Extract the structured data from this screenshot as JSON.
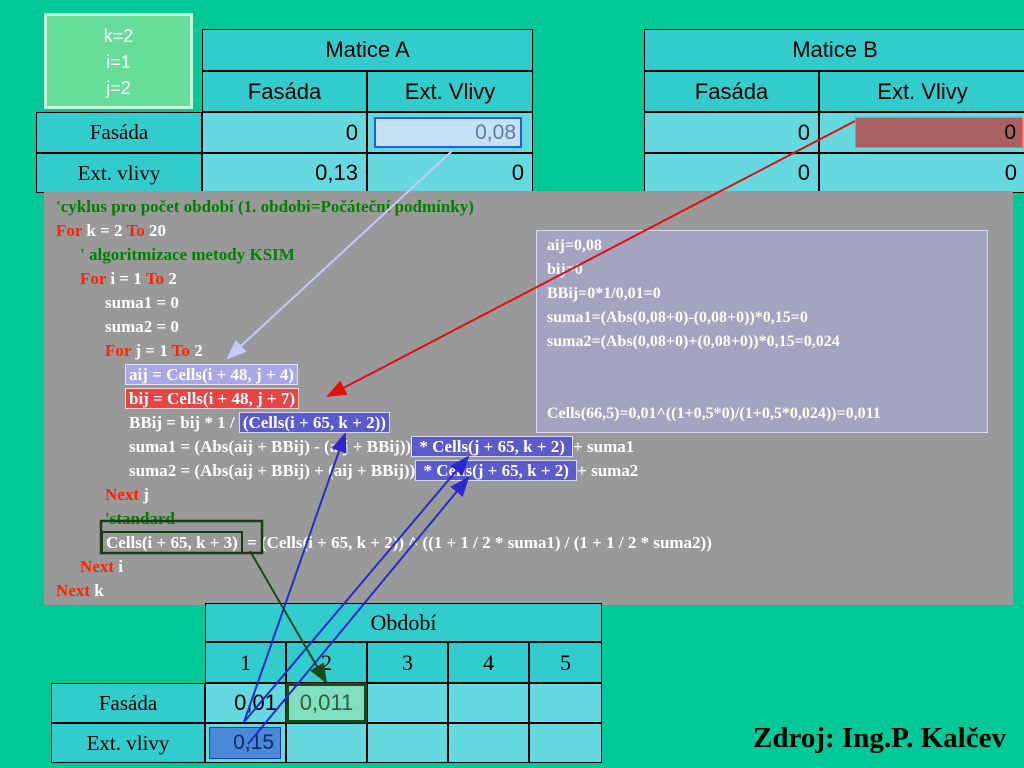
{
  "counter": {
    "k": "k=2",
    "i": "i=1",
    "j": "j=2"
  },
  "matrix_a": {
    "title": "Matice A",
    "col_headers": [
      "Fasáda",
      "Ext. Vlivy"
    ],
    "row_headers": [
      "Fasáda",
      "Ext. vlivy"
    ],
    "rows": [
      [
        "0",
        "0,08"
      ],
      [
        "0,13",
        "0"
      ]
    ]
  },
  "matrix_b": {
    "title": "Matice B",
    "col_headers": [
      "Fasáda",
      "Ext. Vlivy"
    ],
    "rows": [
      [
        "0",
        "0"
      ],
      [
        "0",
        "0"
      ]
    ]
  },
  "code": {
    "l1": "'cyklus pro počet období (1. obdobi=Počáteční podmínky)",
    "l2_kw1": "For",
    "l2_mid": " k = 2 ",
    "l2_kw2": "To",
    "l2_end": " 20",
    "l3": "' algoritmizace metody KSIM",
    "l4_kw1": "For",
    "l4_mid": " i = 1 ",
    "l4_kw2": "To",
    "l4_end": " 2",
    "l5": "suma1 = 0",
    "l6": "suma2 = 0",
    "l7_kw1": "For",
    "l7_mid": " j = 1 ",
    "l7_kw2": "To",
    "l7_end": " 2",
    "l8": "aij = Cells(i + 48, j + 4)",
    "l9": "bij = Cells(i + 48, j + 7)",
    "l10_a": "BBij = bij * 1 / ",
    "l10_hl": "(Cells(i + 65, k + 2))",
    "l11_a": "suma1 = (Abs(aij + BBij) - (aij + BBij))",
    "l11_hl": " * Cells(j + 65, k + 2) ",
    "l11_b": "+ suma1",
    "l12_a": "suma2 = (Abs(aij + BBij) + (aij + BBij))",
    "l12_hl": " * Cells(j + 65, k + 2) ",
    "l12_b": "+ suma2",
    "l13_kw": "Next",
    "l13_end": " j",
    "l14": "'standard",
    "l15_hl": "Cells(i + 65, k + 3)",
    "l15_rest": " = (Cells(i + 65, k + 2)) ^ ((1 + 1 / 2 * suma1) / (1 + 1 / 2 * suma2))",
    "l16_kw": "Next",
    "l16_end": " i",
    "l17_kw": "Next",
    "l17_end": " k"
  },
  "calc": {
    "lines": [
      "aij=0,08",
      "bij=0",
      "BBij=0*1/0,01=0",
      "suma1=(Abs(0,08+0)-(0,08+0))*0,15=0",
      "suma2=(Abs(0,08+0)+(0,08+0))*0,15=0,024",
      "",
      "",
      "Cells(66,5)=0,01^((1+0,5*0)/(1+0,5*0,024))=0,011"
    ]
  },
  "period_table": {
    "title": "Období",
    "periods": [
      "1",
      "2",
      "3",
      "4",
      "5"
    ],
    "row_headers": [
      "Fasáda",
      "Ext. vlivy"
    ],
    "rows": [
      [
        "0,01",
        "0,011",
        "",
        "",
        ""
      ],
      [
        "0,15",
        "",
        "",
        "",
        ""
      ]
    ]
  },
  "source": "Zdroj: Ing.P. Kalčev",
  "colors": {
    "background": "#00c896",
    "header_cell": "#33cccc",
    "value_cell": "#66d9e0",
    "code_panel": "#999999",
    "keyword": "#ff2200",
    "comment": "#008000",
    "arrow_blue": "#2a2acc",
    "arrow_red": "#e01010",
    "arrow_light": "#c8c8ff",
    "arrow_dark": "#1a4a1a"
  }
}
